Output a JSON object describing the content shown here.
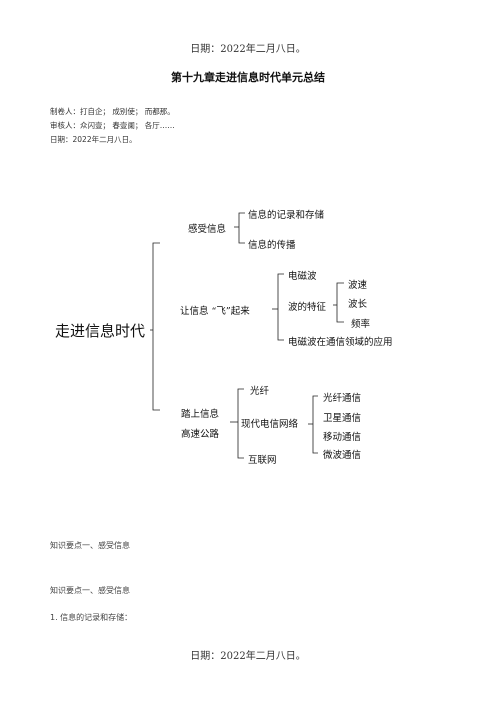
{
  "header": {
    "date": "日期：2022年二月八日。"
  },
  "title": "第十九章走进信息时代单元总结",
  "meta": {
    "author": "制卷人：打自企；   成别使；   而都那。",
    "reviewer": "审核人：众闪壹；   春壹阑；     各厅……",
    "date": "日期：2022年二月八日。"
  },
  "mindmap": {
    "root": "走进信息时代",
    "b1": {
      "label": "感受信息",
      "children": [
        "信息的记录和存储",
        "信息的传播"
      ]
    },
    "b2": {
      "label": "让信息  “飞”起来",
      "c1": "电磁波",
      "c2": {
        "label": "波的特征",
        "children": [
          "波速",
          "波长",
          "频率"
        ]
      },
      "c3": "电磁波在通信领域的应用"
    },
    "b3": {
      "label_line1": "踏上信息",
      "label_line2": "高速公路",
      "c1": "光纤",
      "c2": {
        "label": "现代电信网络",
        "children": [
          "光纤通信",
          "卫星通信",
          "移动通信",
          "微波通信"
        ]
      },
      "c3": "互联网"
    }
  },
  "sections": {
    "s1": "知识要点一、感受信息",
    "s2": "知识要点一、感受信息",
    "s3": "1. 信息的记录和存储："
  },
  "footer": {
    "date": "日期：2022年二月八日。"
  }
}
